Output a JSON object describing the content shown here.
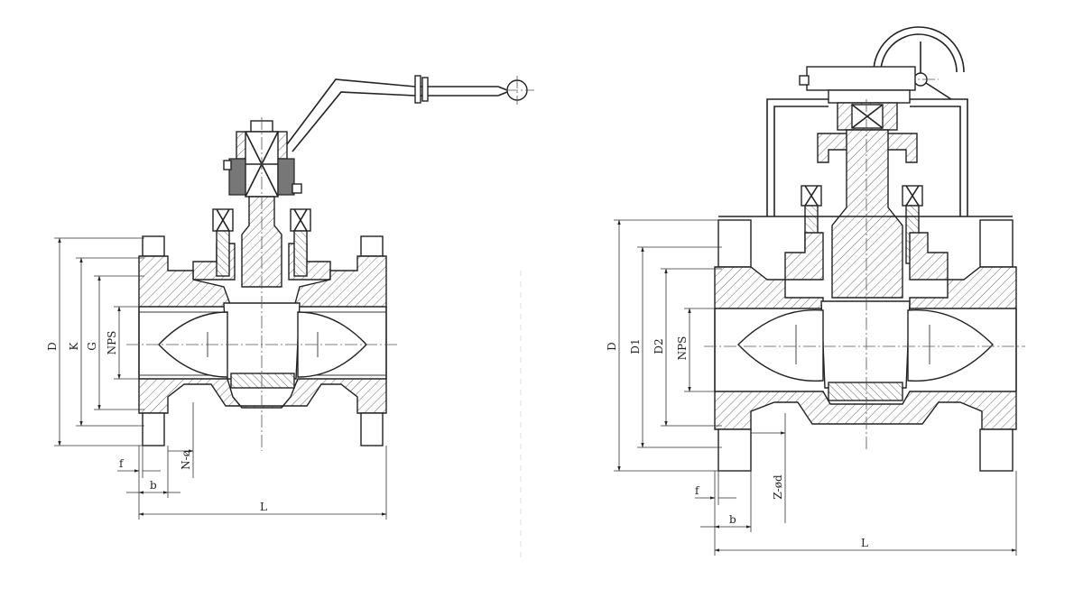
{
  "left_view": {
    "dimensions": {
      "d": "D",
      "k": "K",
      "g": "G",
      "nps": "NPS",
      "f": "f",
      "b": "b",
      "n_phi": "N-ø",
      "l": "L"
    }
  },
  "right_view": {
    "dimensions": {
      "d": "D",
      "d1": "D1",
      "d2": "D2",
      "nps": "NPS",
      "f": "f",
      "b": "b",
      "z_phi_d": "Z-ød",
      "l": "L"
    }
  }
}
